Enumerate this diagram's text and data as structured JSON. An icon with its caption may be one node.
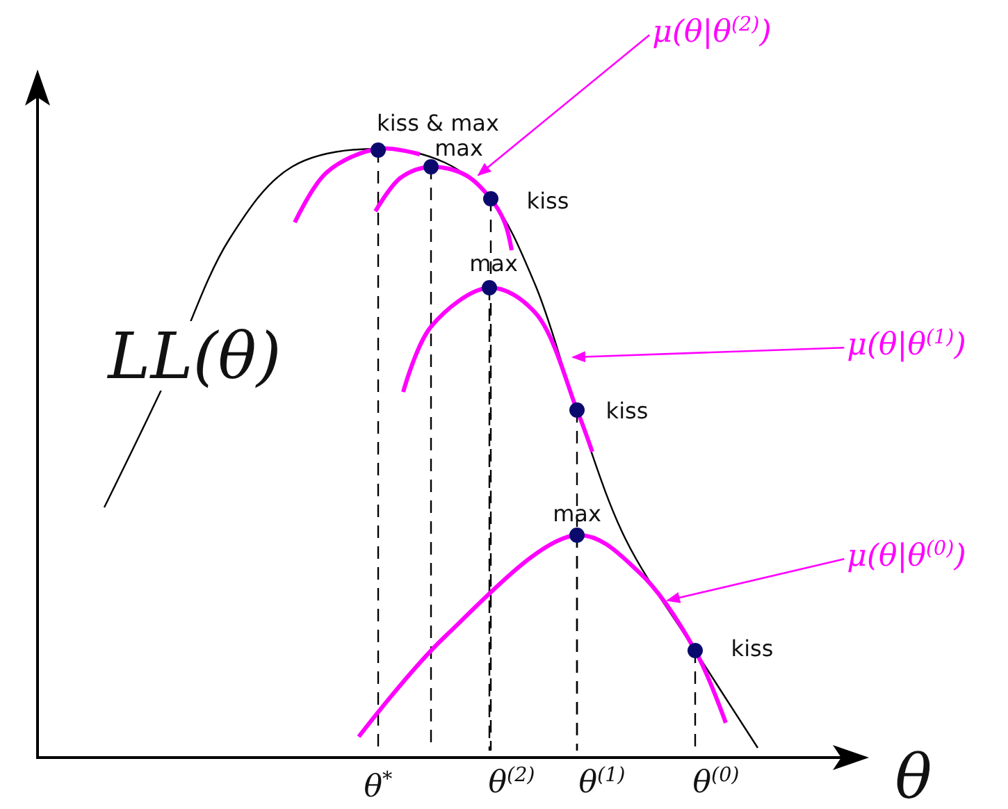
{
  "diagram": {
    "nodes": [
      {
        "text": [
          "μ(θ|θ$^{(2)}$)"
        ]
      },
      {
        "text": [],
        "shape": "curve",
        "beside": [
          "max",
          "kiss"
        ]
      },
      {
        "text": [
          "μ(θ|θ$^{(1)}$)"
        ]
      },
      {
        "text": [],
        "shape": "curve",
        "beside": [
          "max",
          "kiss"
        ]
      },
      {
        "text": [
          "μ(θ|θ$^{(0)}$)"
        ]
      },
      {
        "text": [],
        "shape": "curve",
        "beside": [
          "max",
          "kiss"
        ]
      }
    ],
    "edges": [
      {
        "from": 0,
        "to": 1,
        "arrow": "to"
      },
      {
        "from": 2,
        "to": 3,
        "arrow": "to"
      },
      {
        "from": 4,
        "to": 5,
        "arrow": "to"
      }
    ],
    "labels": [
      "LL(θ)",
      "kiss & max",
      "θ$^{*}$",
      "θ$^{(2)}$",
      "θ$^{(1)}$",
      "θ$^{(0)}$",
      "θ"
    ]
  }
}
